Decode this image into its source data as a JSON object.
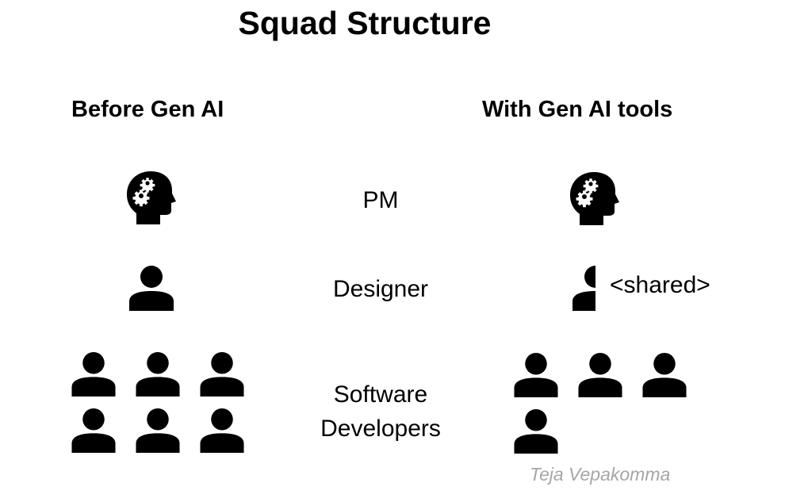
{
  "title": "Squad Structure",
  "columns": {
    "before": "Before Gen AI",
    "with": "With Gen AI tools"
  },
  "roles": {
    "pm": "PM",
    "designer": "Designer",
    "developers_line1": "Software",
    "developers_line2": "Developers"
  },
  "shared_label": "<shared>",
  "credit": "Teja Vepakomma",
  "icons": {
    "pm": "head-gears-icon",
    "person": "person-icon",
    "half_person": "half-person-icon"
  },
  "counts": {
    "before": {
      "pm": 1,
      "designer": 1,
      "developers": 6
    },
    "with_gen_ai": {
      "pm": 1,
      "designer": 0.5,
      "developers": 4
    }
  },
  "colors": {
    "icon": "#000000",
    "credit": "#a6a6a6"
  }
}
